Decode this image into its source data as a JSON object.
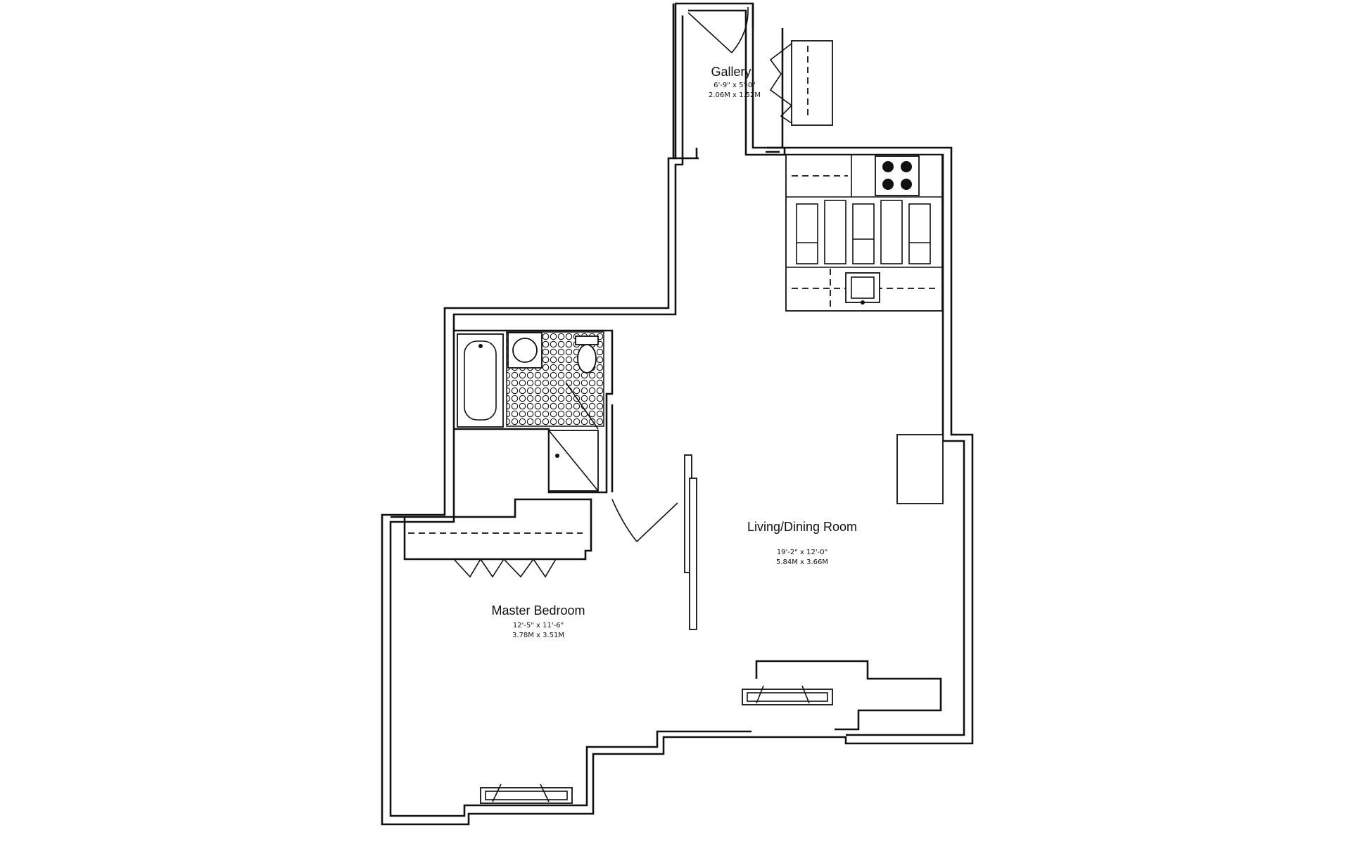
{
  "rooms": [
    {
      "name": "Gallery",
      "dim_imperial": "6'-9\" x 5'-0\"",
      "dim_metric": "2.06M x 1.52M"
    },
    {
      "name": "Living/Dining Room",
      "dim_imperial": "19'-2\" x 12'-0\"",
      "dim_metric": "5.84M x 3.66M"
    },
    {
      "name": "Master Bedroom",
      "dim_imperial": "12'-5\" x 11'-6\"",
      "dim_metric": "3.78M x 3.51M"
    }
  ]
}
